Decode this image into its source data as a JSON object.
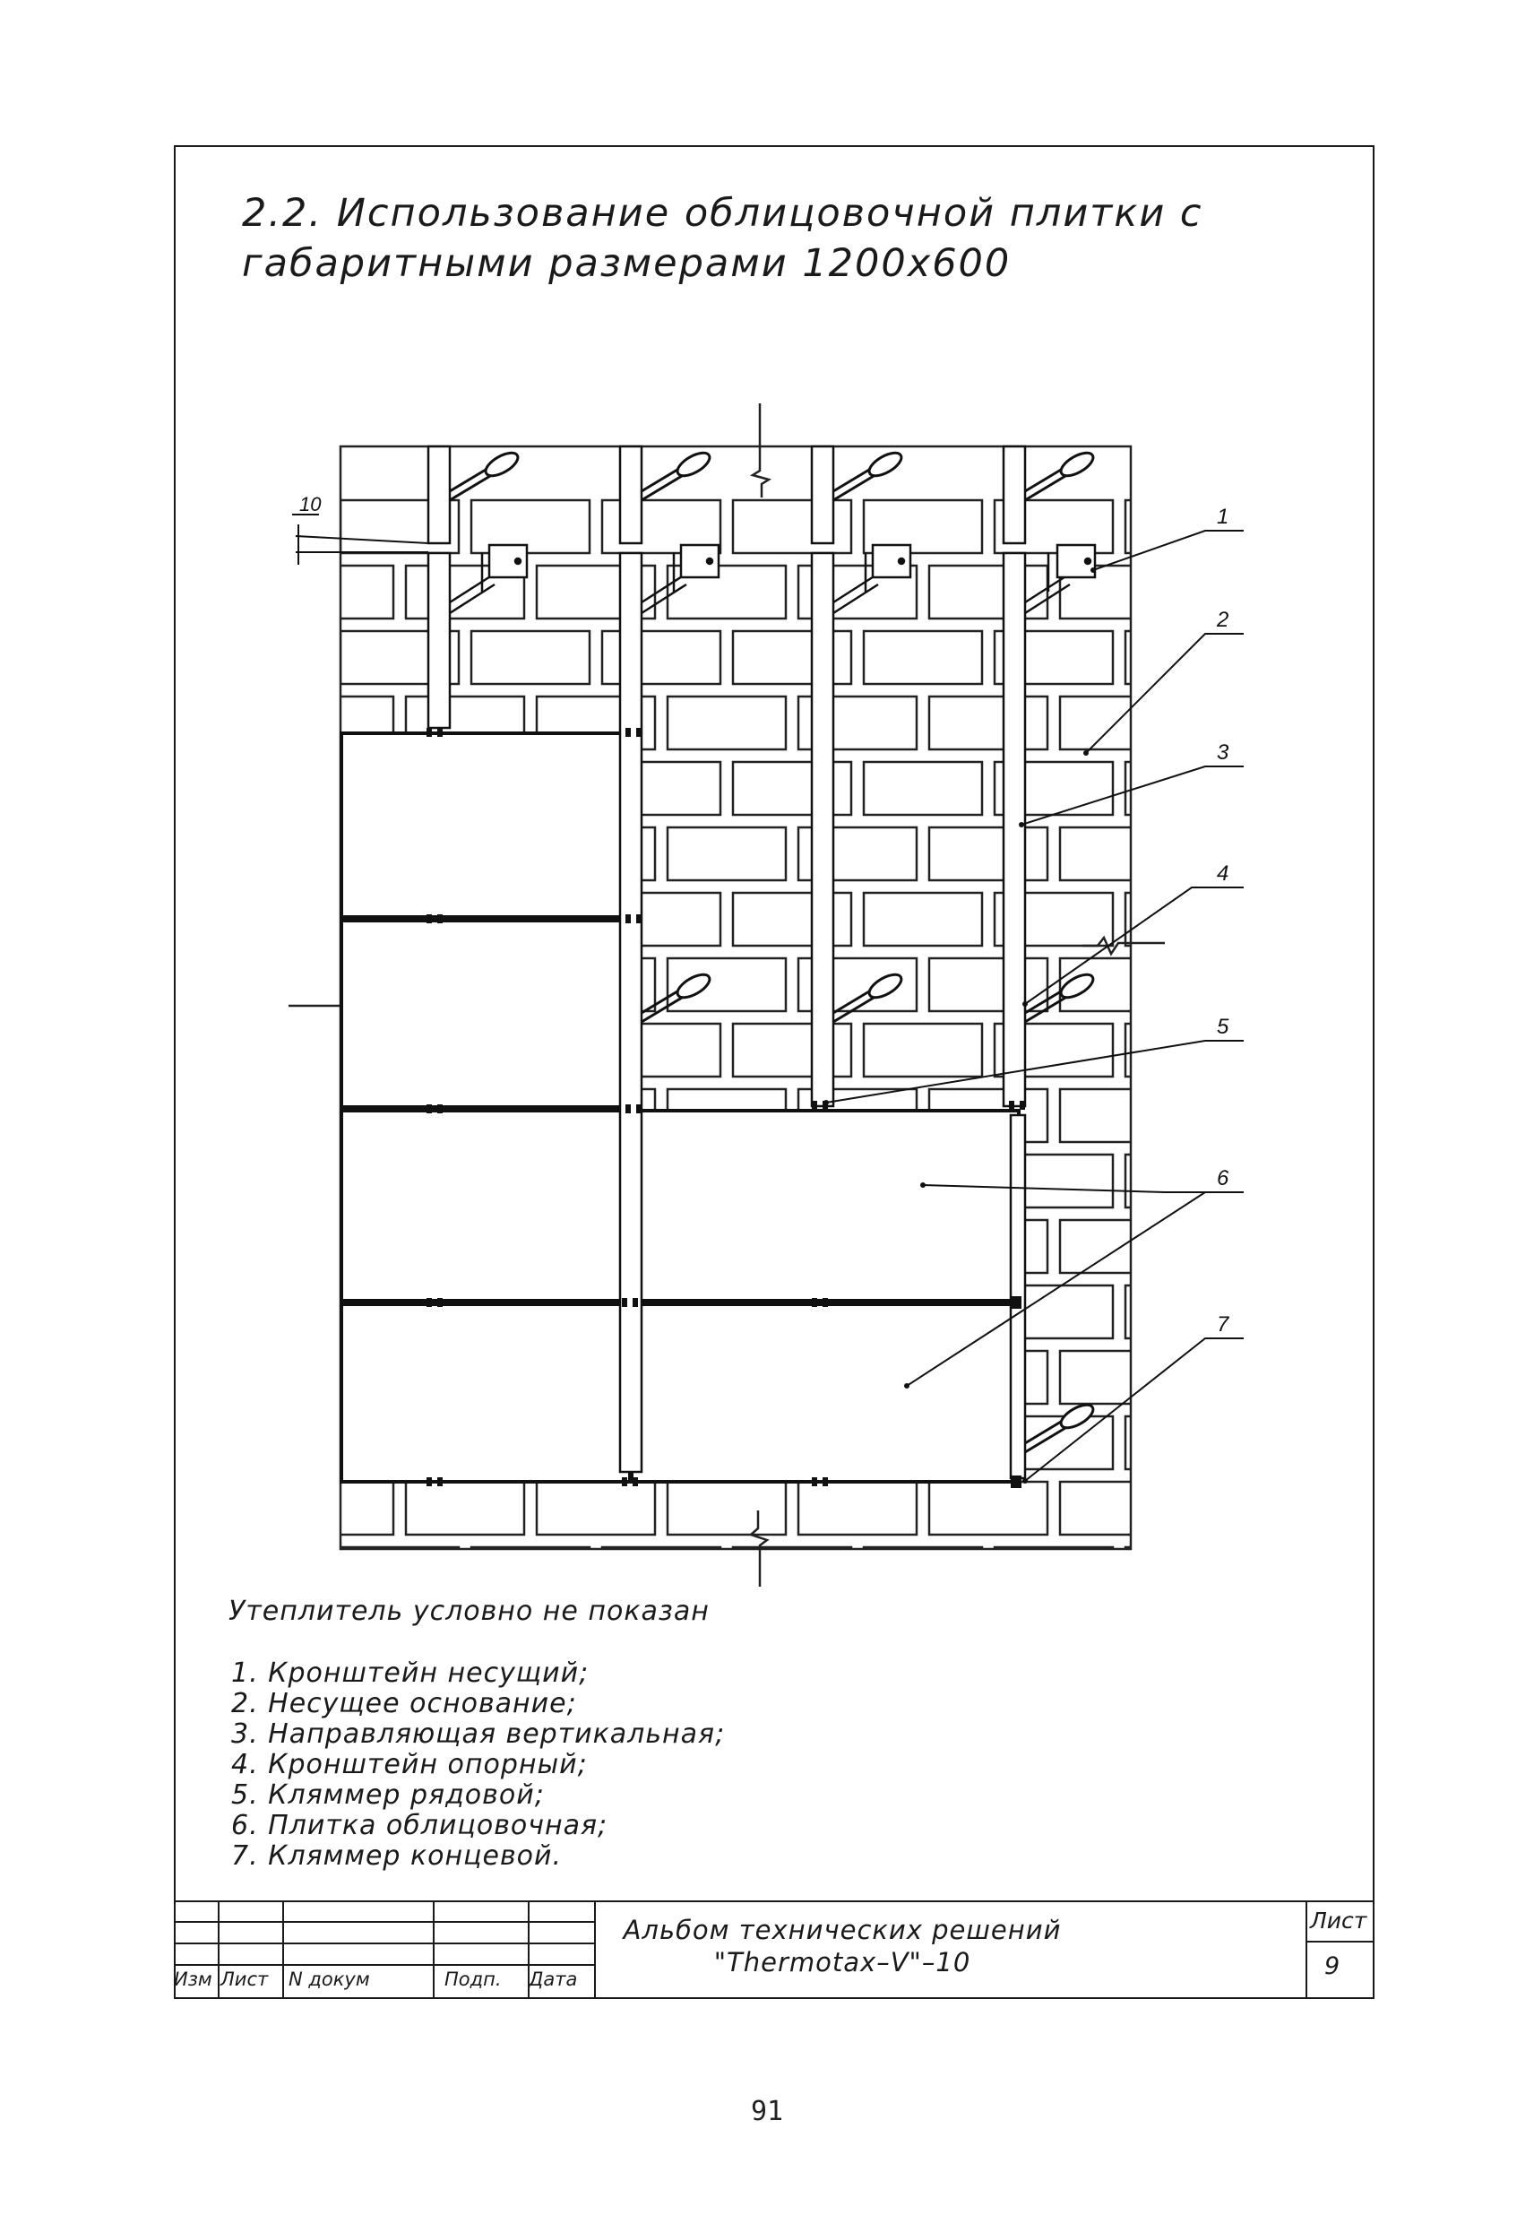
{
  "title": {
    "line1": "2.2. Использование облицовочной плитки с",
    "line2": "габаритными размерами 1200х600"
  },
  "dimension_label": "10",
  "callouts": [
    "1",
    "2",
    "3",
    "4",
    "5",
    "6",
    "7"
  ],
  "note": "Утеплитель условно не показан",
  "legend": [
    "1.  Кронштейн несущий;",
    "2.  Несущее основание;",
    "3.  Направляющая вертикальная;",
    "4.  Кронштейн опорный;",
    "5.  Кляммер рядовой;",
    "6.  Плитка облицовочная;",
    "7.  Кляммер концевой."
  ],
  "title_block": {
    "album_line1": "Альбом технических решений",
    "album_line2": "\"Thermotax–V\"–10",
    "col_izm": "Изм",
    "col_list": "Лист",
    "col_doc": "N докум",
    "col_sign": "Подп.",
    "col_date": "Дата",
    "sheet_label": "Лист",
    "sheet_number": "9"
  },
  "page_number": "91"
}
